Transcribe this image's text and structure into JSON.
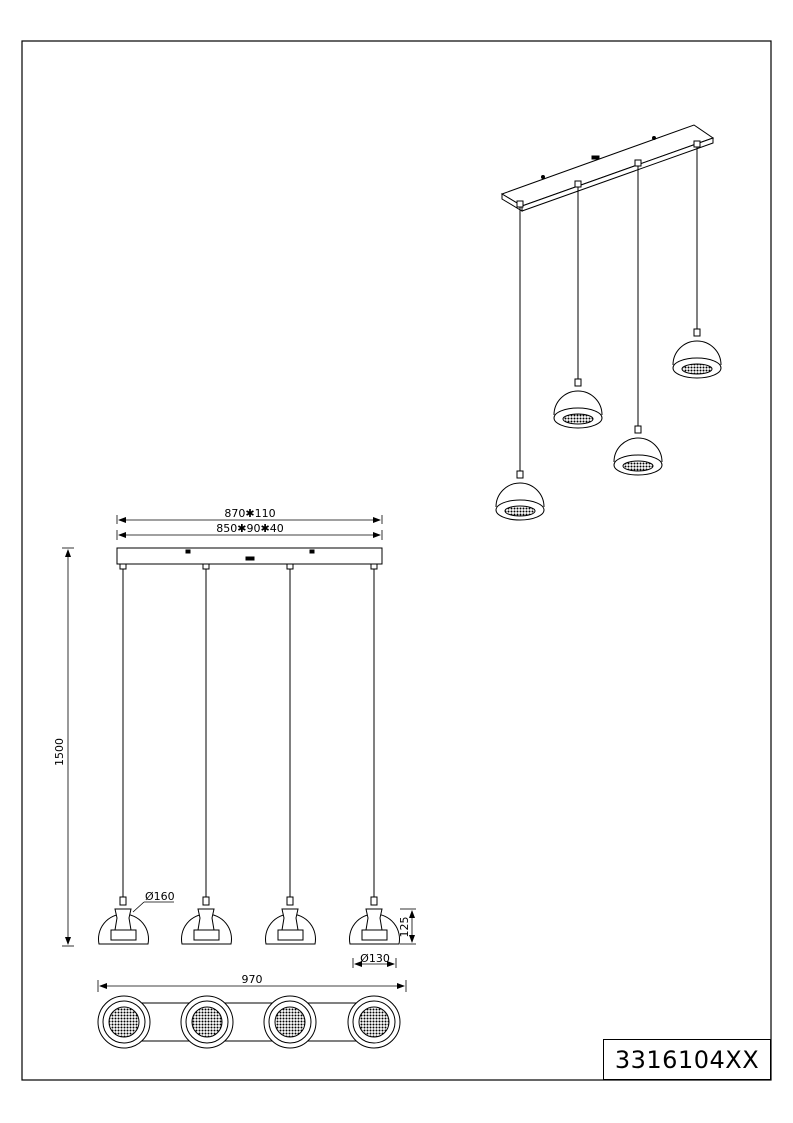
{
  "drawing": {
    "product_code": "3316104XX",
    "dimensions": {
      "canopy_outer": "870✱110",
      "canopy_inner": "850✱90✱40",
      "height": "1500",
      "shade_diameter": "Ø160",
      "shade_height": "125",
      "opening_diameter": "Ø130",
      "total_width": "970"
    },
    "pendant_count": 4
  }
}
